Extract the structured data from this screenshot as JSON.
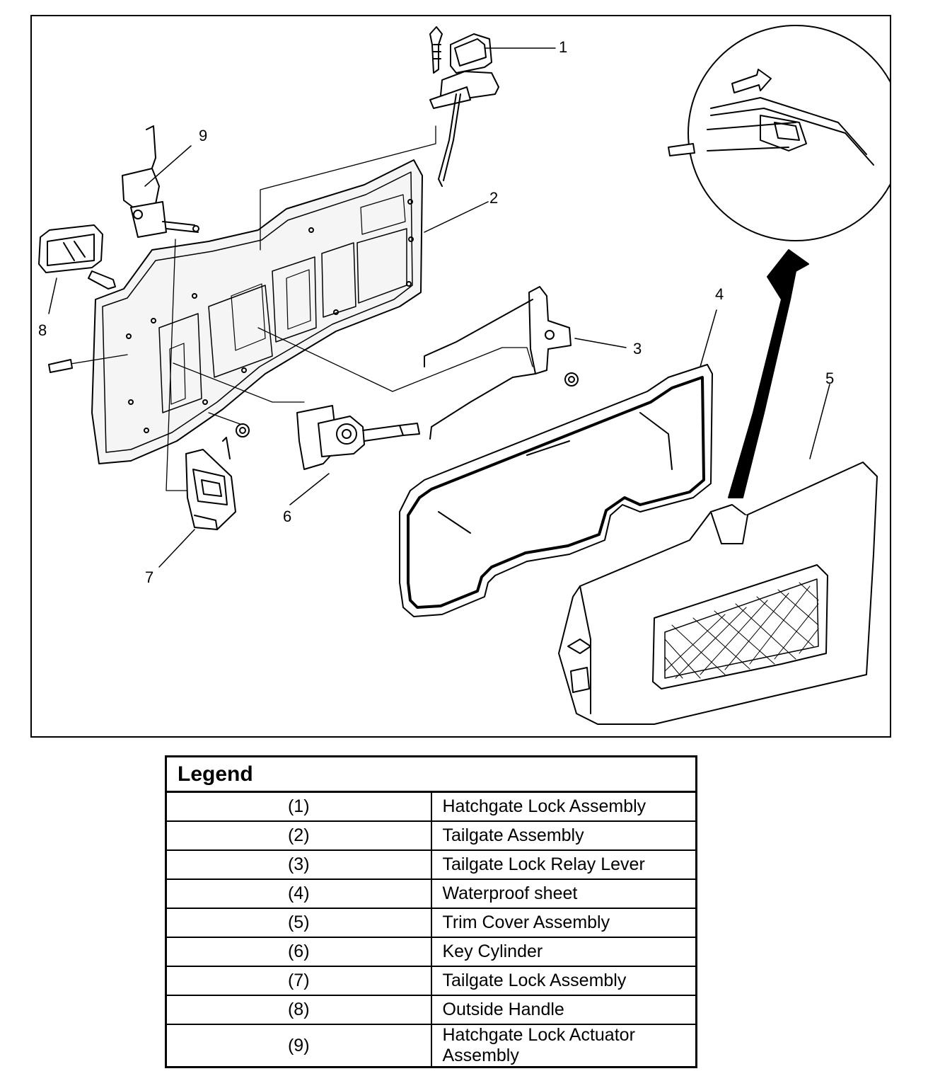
{
  "callouts": [
    "1",
    "2",
    "3",
    "4",
    "5",
    "6",
    "7",
    "8",
    "9"
  ],
  "legend": {
    "title": "Legend",
    "rows": [
      {
        "num": "(1)",
        "desc": "Hatchgate Lock Assembly"
      },
      {
        "num": "(2)",
        "desc": "Tailgate Assembly"
      },
      {
        "num": "(3)",
        "desc": "Tailgate Lock Relay Lever"
      },
      {
        "num": "(4)",
        "desc": "Waterproof sheet"
      },
      {
        "num": "(5)",
        "desc": "Trim Cover Assembly"
      },
      {
        "num": "(6)",
        "desc": "Key Cylinder"
      },
      {
        "num": "(7)",
        "desc": "Tailgate Lock Assembly"
      },
      {
        "num": "(8)",
        "desc": "Outside Handle"
      },
      {
        "num": "(9)",
        "desc": "Hatchgate Lock Actuator Assembly"
      }
    ]
  }
}
